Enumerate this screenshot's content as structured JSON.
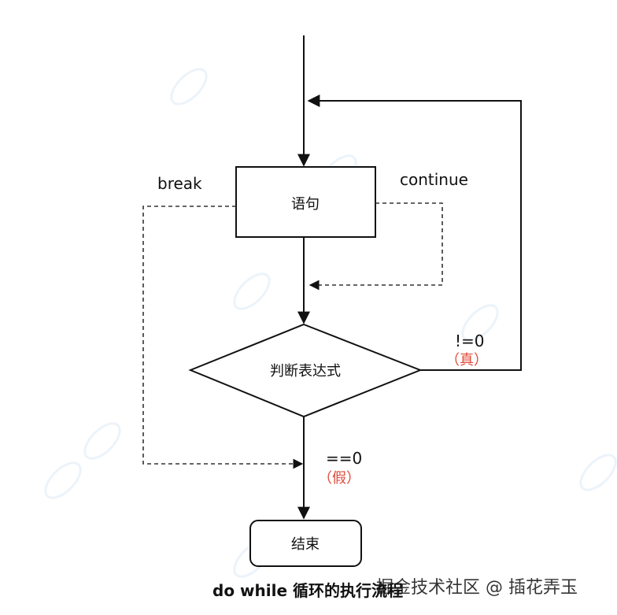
{
  "nodes": {
    "statement": "语句",
    "condition": "判断表达式",
    "end": "结束"
  },
  "edges": {
    "break": "break",
    "continue": "continue",
    "true_cond": "!=0",
    "true_word": "（真）",
    "false_cond": "==0",
    "false_word": "（假）"
  },
  "caption": "do while 循环的执行流程",
  "watermark": "掘金技术社区 @ 插花弄玉",
  "colors": {
    "line": "#111111",
    "dashed": "#333333",
    "red": "#e04a3a",
    "background": "#ffffff",
    "faint_watermark": "#dde7ef"
  }
}
